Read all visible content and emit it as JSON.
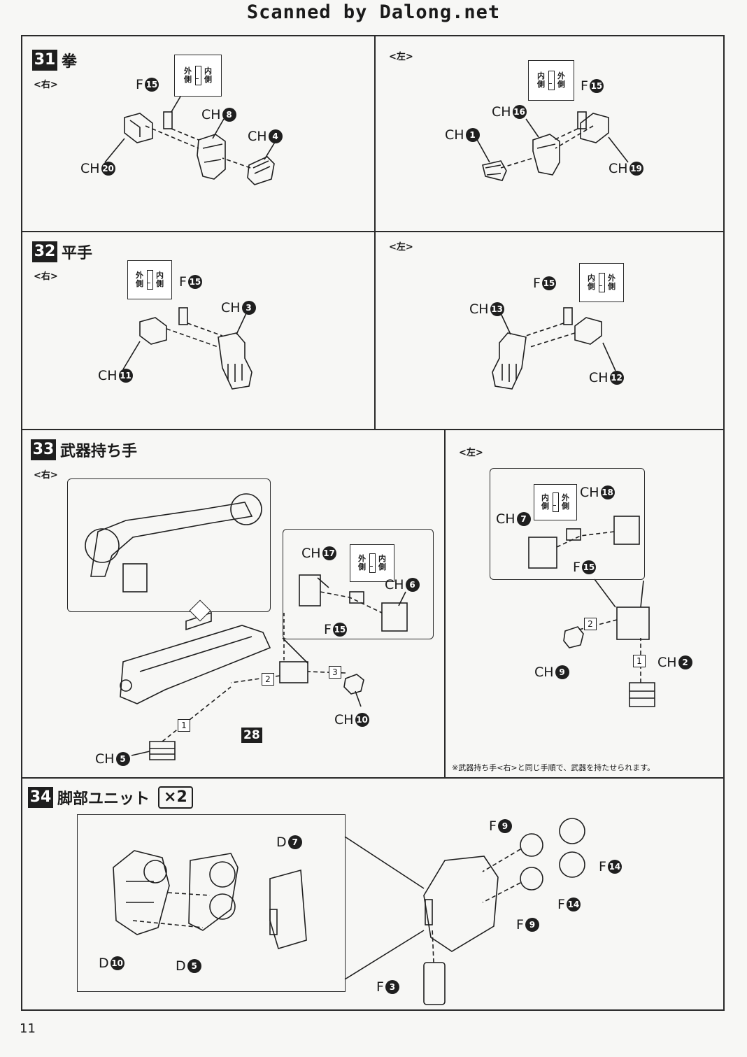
{
  "header": "Scanned by Dalong.net",
  "page_number": "11",
  "steps": {
    "s31": {
      "num": "31",
      "title": "拳",
      "right": {
        "side": "<右>",
        "f": "F",
        "f_num": "15",
        "ch_a": "CH",
        "ch_a_num": "8",
        "ch_b": "CH",
        "ch_b_num": "4",
        "ch_c": "CH",
        "ch_c_num": "20",
        "out": "外側",
        "in": "内側"
      },
      "left": {
        "side": "<左>",
        "f": "F",
        "f_num": "15",
        "ch_a": "CH",
        "ch_a_num": "16",
        "ch_b": "CH",
        "ch_b_num": "1",
        "ch_c": "CH",
        "ch_c_num": "19",
        "out": "外側",
        "in": "内側"
      }
    },
    "s32": {
      "num": "32",
      "title": "平手",
      "right": {
        "side": "<右>",
        "f": "F",
        "f_num": "15",
        "ch_a": "CH",
        "ch_a_num": "3",
        "ch_b": "CH",
        "ch_b_num": "11",
        "out": "外側",
        "in": "内側"
      },
      "left": {
        "side": "<左>",
        "f": "F",
        "f_num": "15",
        "ch_a": "CH",
        "ch_a_num": "13",
        "ch_b": "CH",
        "ch_b_num": "12",
        "out": "外側",
        "in": "内側"
      }
    },
    "s33": {
      "num": "33",
      "title": "武器持ち手",
      "right": {
        "side": "<右>",
        "ch17": "CH",
        "ch17_num": "17",
        "ch6": "CH",
        "ch6_num": "6",
        "f": "F",
        "f_num": "15",
        "ch10": "CH",
        "ch10_num": "10",
        "ch5": "CH",
        "ch5_num": "5",
        "weapon_part": "28",
        "step1": "1",
        "step2": "2",
        "step3": "3",
        "out": "外側",
        "in": "内側"
      },
      "left": {
        "side": "<左>",
        "ch7": "CH",
        "ch7_num": "7",
        "ch18": "CH",
        "ch18_num": "18",
        "f": "F",
        "f_num": "15",
        "ch9": "CH",
        "ch9_num": "9",
        "ch2": "CH",
        "ch2_num": "2",
        "step1": "1",
        "step2": "2",
        "out": "外側",
        "in": "内側"
      },
      "note": "※武器持ち手<右>と同じ手順で、武器を持たせられます。"
    },
    "s34": {
      "num": "34",
      "title": "脚部ユニット",
      "qty": "×2",
      "d7": "D",
      "d7_num": "7",
      "d10": "D",
      "d10_num": "10",
      "d5": "D",
      "d5_num": "5",
      "f9a": "F",
      "f9a_num": "9",
      "f14a": "F",
      "f14a_num": "14",
      "f14b": "F",
      "f14b_num": "14",
      "f9b": "F",
      "f9b_num": "9",
      "f3": "F",
      "f3_num": "3"
    }
  }
}
